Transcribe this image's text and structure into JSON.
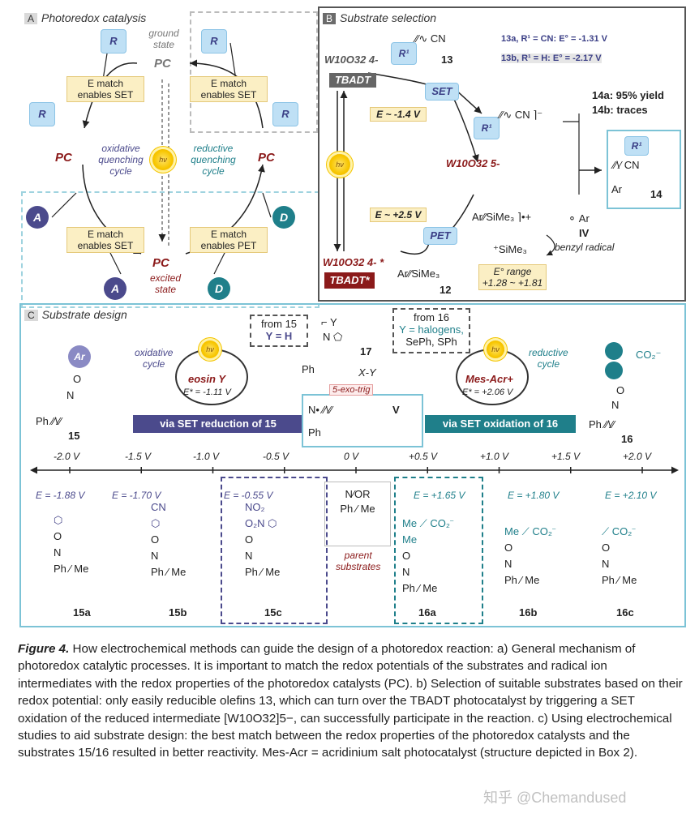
{
  "panelA": {
    "tag": "A",
    "title": "Photoredox catalysis",
    "ground": [
      "ground",
      "state"
    ],
    "pc_ground": "PC",
    "pc_excited": "PC",
    "excited": [
      "excited",
      "state"
    ],
    "pc_left": "PC",
    "pc_right": "PC",
    "R": "R",
    "A": "A",
    "D": "D",
    "hv": "hν",
    "match_set": [
      "E match",
      "enables SET"
    ],
    "match_pet": [
      "E match",
      "enables PET"
    ],
    "oxidative": [
      "oxidative",
      "quenching",
      "cycle"
    ],
    "reductive": [
      "reductive",
      "quenching",
      "cycle"
    ]
  },
  "panelB": {
    "tag": "B",
    "title": "Substrate selection",
    "w_top": "W10O32 4-",
    "tbadt": "TBADT",
    "tbadt_star": "TBADT*",
    "w_bottom": "W10O32 4- *",
    "w_mid": "W10O32 5-",
    "set": "SET",
    "pet": "PET",
    "e1": "E ~ -1.4 V",
    "e2": "E ~ +2.5 V",
    "c13": "13",
    "c13a": "13a, R¹ = CN: E° = -1.31 V",
    "c13b": "13b, R¹ = H: E° = -2.17 V",
    "y14a": "14a: 95% yield",
    "y14b": "14b: traces",
    "c14": "14",
    "c12": "12",
    "civ": "IV",
    "benzyl": "benzyl radical",
    "eox_range": [
      "E° range",
      "+1.28 ~ +1.81"
    ]
  },
  "panelC": {
    "tag": "C",
    "title": "Substrate design",
    "from15": [
      "from 15",
      "Y = H"
    ],
    "from16": [
      "from 16",
      "Y = halogens,",
      "SePh, SPh"
    ],
    "c17": "17",
    "c15": "15",
    "c16": "16",
    "cV": "V",
    "oxcycle": [
      "oxidative",
      "cycle"
    ],
    "redcycle": [
      "reductive",
      "cycle"
    ],
    "eosin": "eosin Y",
    "eosin_e": "E* = -1.11 V",
    "mesacr": "Mes-Acr+",
    "mesacr_e": "E* = +2.06 V",
    "exotrig": "5-exo-trig",
    "via_red": "via SET reduction of 15",
    "via_ox": "via SET oxidation of 16",
    "xy": "X-Y",
    "ticks": [
      "-2.0 V",
      "-1.5 V",
      "-1.0 V",
      "-0.5 V",
      "0 V",
      "+0.5 V",
      "+1.0 V",
      "+1.5 V",
      "+2.0 V"
    ],
    "potentials": [
      "E = -1.88 V",
      "E = -1.70 V",
      "E = -0.55 V",
      "E = +1.65 V",
      "E = +1.80 V",
      "E = +2.10 V"
    ],
    "labels": [
      "15a",
      "15b",
      "15c",
      "16a",
      "16b",
      "16c"
    ],
    "parent": [
      "parent",
      "substrates"
    ]
  },
  "caption": {
    "figure": "Figure 4.",
    "text": "How electrochemical methods can guide the design of a photoredox reaction: a) General mechanism of photoredox catalytic processes. It is important to match the redox potentials of the substrates and radical ion intermediates with the redox properties of the photoredox catalysts (PC). b) Selection of suitable substrates based on their redox potential: only easily reducible olefins 13, which can turn over the TBADT photocatalyst by triggering a SET oxidation of the reduced intermediate [W10O32]5−, can successfully participate in the reaction. c) Using electrochemical studies to aid substrate design: the best match between the redox properties of the photoredox catalysts and the substrates 15/16 resulted in better reactivity. Mes-Acr = acridinium salt photocatalyst (structure depicted in Box 2).",
    "watermark": "知乎 @Chemandused"
  },
  "colors": {
    "purple": "#4b4a8c",
    "teal": "#1f7f8a",
    "red": "#8b1a1a",
    "blue_box": "#bfe0f5",
    "yellow_box": "#fbefc4",
    "panel_border": "#7cc3d6"
  }
}
